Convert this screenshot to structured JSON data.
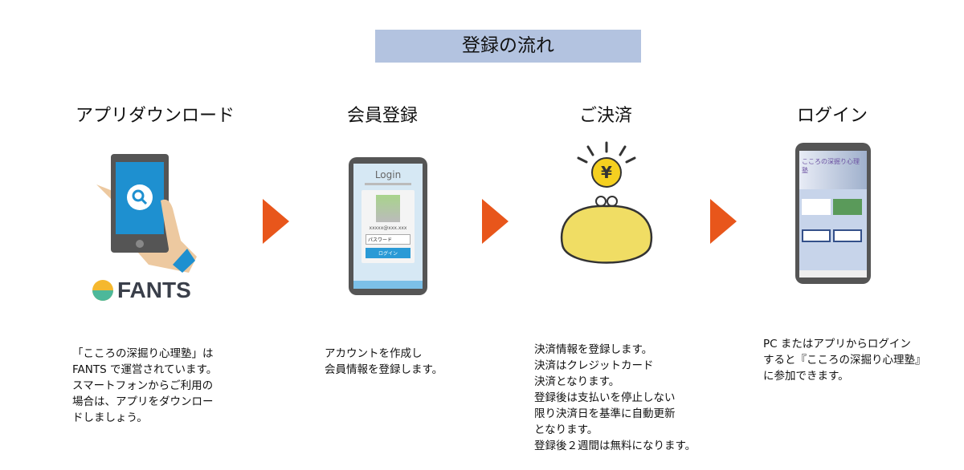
{
  "title": "登録の流れ",
  "steps": [
    {
      "heading": "アプリダウンロード",
      "desc": "「こころの深掘り心理塾」は\nFANTS で運営されています。\nスマートフォンからご利用の\n場合は、アプリをダウンロー\nドしましょう。"
    },
    {
      "heading": "会員登録",
      "desc": "アカウントを作成し\n会員情報を登録します。"
    },
    {
      "heading": "ご決済",
      "desc": "決済情報を登録します。\n決済はクレジットカード\n決済となります。\n登録後は支払いを停止しない\n限り決済日を基準に自動更新\nとなります。\n登録後２週間は無料になります。"
    },
    {
      "heading": "ログイン",
      "desc": "PC またはアプリからログイン\nすると『こころの深掘り心理塾』\nに参加できます。"
    }
  ],
  "fants_logo": "FANTS",
  "login_mock": {
    "title": "Login",
    "email": "xxxxx@xxx.xxx",
    "password_placeholder": "パスワード",
    "button": "ログイン"
  },
  "yen_symbol": "¥",
  "app_mock": {
    "logo": "こころの深掘り心理塾"
  },
  "colors": {
    "arrow": "#e8561b",
    "title_bg": "#b3c3e0",
    "coin": "#f5d020",
    "purse": "#f0dd64"
  }
}
